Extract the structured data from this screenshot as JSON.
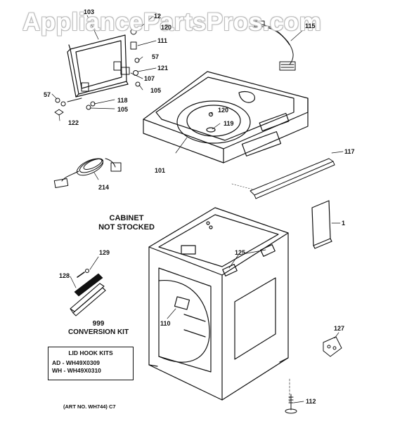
{
  "watermark": "AppliancePartsPros.com",
  "callouts": {
    "c103": "103",
    "c12x": "12",
    "c120top": "120",
    "c111": "111",
    "c57r": "57",
    "c121": "121",
    "c107": "107",
    "c105a": "105",
    "c57l": "57",
    "c118": "118",
    "c105b": "105",
    "c122": "122",
    "c115": "115",
    "c120mid": "120",
    "c119": "119",
    "c117": "117",
    "c101": "101",
    "c214": "214",
    "c1": "1",
    "c129": "129",
    "c125": "125",
    "c128": "128",
    "c110": "110",
    "c127": "127",
    "c112": "112"
  },
  "cabinet_note": {
    "line1": "CABINET",
    "line2": "NOT STOCKED"
  },
  "conversion_kit": {
    "number": "999",
    "label": "CONVERSION KIT"
  },
  "lid_hook_kits": {
    "title": "LID HOOK KITS",
    "rows": [
      "AD - WH49X0309",
      "WH - WH49X0310"
    ]
  },
  "art_no": "(ART NO. WH744) C7",
  "icons": [
    "lid-frame",
    "top-panel",
    "power-cord",
    "switch-harness",
    "trim-strip",
    "label-card",
    "cabinet",
    "bracket",
    "conversion-plate",
    "leg-foot"
  ]
}
